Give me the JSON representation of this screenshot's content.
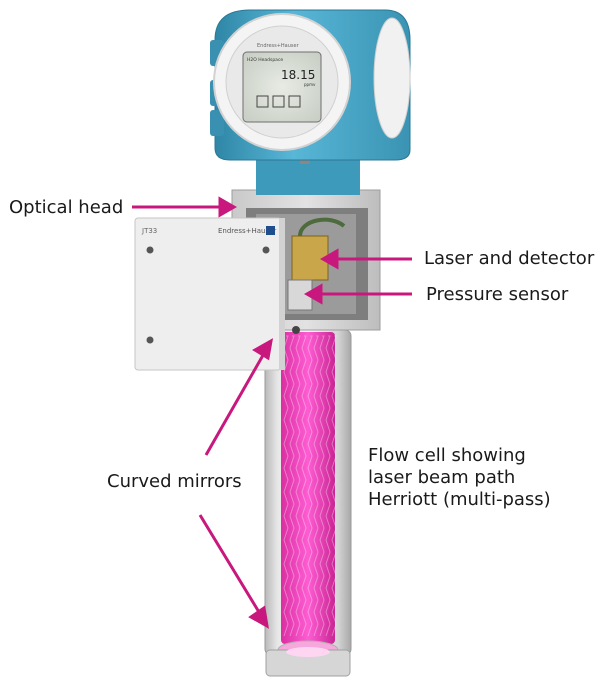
{
  "device": {
    "display": {
      "header_text": "H2O Headspace",
      "value": "18.15",
      "unit": "ppmv"
    },
    "brand_text": "Endress+Hauser",
    "model_text": "JT33",
    "door_brand_text": "Endress+Hauser"
  },
  "callouts": {
    "optical_head": "Optical head",
    "laser_detector": "Laser and detector",
    "pressure_sensor": "Pressure sensor",
    "curved_mirrors": "Curved mirrors",
    "flow_cell": [
      "Flow cell showing",
      "laser beam path",
      "Herriott (multi-pass)"
    ]
  },
  "colors": {
    "arrow": "#c8187d",
    "housing": "#4aa9c9",
    "beam": "#ee2fb4"
  }
}
